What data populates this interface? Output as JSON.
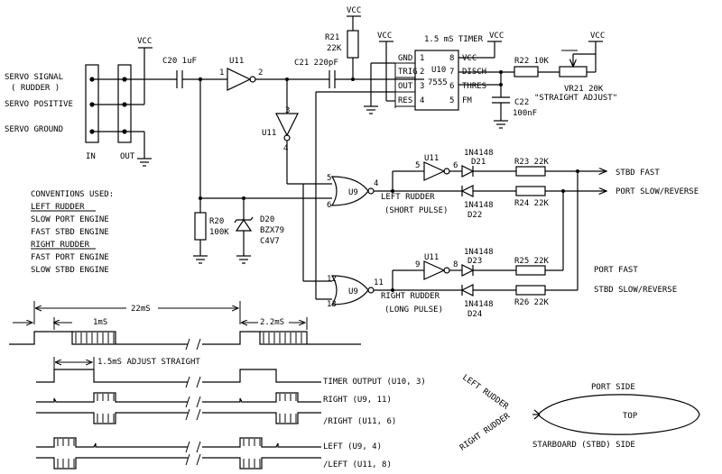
{
  "connector": {
    "inputs": [
      "SERVO SIGNAL",
      "( RUDDER )",
      "SERVO POSITIVE",
      "SERVO GROUND"
    ],
    "in_label": "IN",
    "out_label": "OUT"
  },
  "power": {
    "vcc": "VCC"
  },
  "components": {
    "c20": "C20 1uF",
    "u11_1": "U11",
    "r21": "R21",
    "r21_val": "22K",
    "c21": "C21 220pF",
    "timer_title": "1.5 mS TIMER",
    "u10": "U10",
    "u10_part": "7555",
    "r22": "R22 10K",
    "vr21": "VR21 20K",
    "vr21_note": "\"STRAIGHT ADJUST\"",
    "c22": "C22",
    "c22_val": "100nF",
    "u11_3": "U11",
    "r20": "R20",
    "r20_val": "100K",
    "d20": "D20",
    "d20_part": "BZX79",
    "d20_val": "C4V7",
    "u9_a": "U9",
    "u9_b": "U9",
    "u11_5": "U11",
    "u11_9": "U11",
    "d21_part": "1N4148",
    "d21": "D21",
    "d22_part": "1N4148",
    "d22": "D22",
    "d23_part": "1N4148",
    "d23": "D23",
    "d24_part": "1N4148",
    "d24": "D24",
    "r23": "R23 22K",
    "r24": "R24 22K",
    "r25": "R25 22K",
    "r26": "R26 22K"
  },
  "pins": {
    "u11a_in": "1",
    "u11a_out": "2",
    "u11b_in": "3",
    "u11b_out": "4",
    "gnd_pin": "1",
    "trig_pin": "2",
    "out_pin": "3",
    "res_pin": "4",
    "vcc_pin": "8",
    "disch_pin": "7",
    "thres_pin": "6",
    "fm_pin": "5",
    "u9a_5": "5",
    "u9a_6": "6",
    "u9a_4": "4",
    "u9b_12": "12",
    "u9b_13": "13",
    "u9b_11": "11",
    "u11c_5": "5",
    "u11c_6": "6",
    "u11d_9": "9",
    "u11d_8": "8"
  },
  "timer_pins": {
    "gnd": "GND",
    "trig": "TRIG",
    "out": "OUT",
    "res": "RES",
    "vcc": "VCC",
    "disch": "DISCH",
    "thres": "THRES",
    "fm": "FM"
  },
  "labels": {
    "left_rudder": "LEFT RUDDER",
    "short_pulse": "(SHORT PULSE)",
    "right_rudder": "RIGHT RUDDER",
    "long_pulse": "(LONG PULSE)",
    "stbd_fast": "STBD FAST",
    "port_slow": "PORT SLOW/REVERSE",
    "port_fast": "PORT FAST",
    "stbd_slow": "STBD SLOW/REVERSE"
  },
  "conventions": {
    "title": "CONVENTIONS USED:",
    "left_head": "LEFT RUDDER",
    "left_1": "SLOW PORT ENGINE",
    "left_2": "FAST STBD ENGINE",
    "right_head": "RIGHT RUDDER",
    "right_1": "FAST PORT ENGINE",
    "right_2": "SLOW STBD ENGINE"
  },
  "timing": {
    "period": "22mS",
    "min_pulse": "1mS",
    "max_pulse": "2.2mS",
    "adjust": "1.5mS ADJUST STRAIGHT",
    "trace_timer": "TIMER OUTPUT (U10, 3)",
    "trace_right": "RIGHT (U9, 11)",
    "trace_nright": "/RIGHT (U11, 6)",
    "trace_left": "LEFT (U9, 4)",
    "trace_nleft": "/LEFT (U11, 8)"
  },
  "boat": {
    "left_rudder": "LEFT RUDDER",
    "right_rudder": "RIGHT RUDDER",
    "port_side": "PORT SIDE",
    "top": "TOP",
    "starboard": "STARBOARD (STBD) SIDE"
  }
}
